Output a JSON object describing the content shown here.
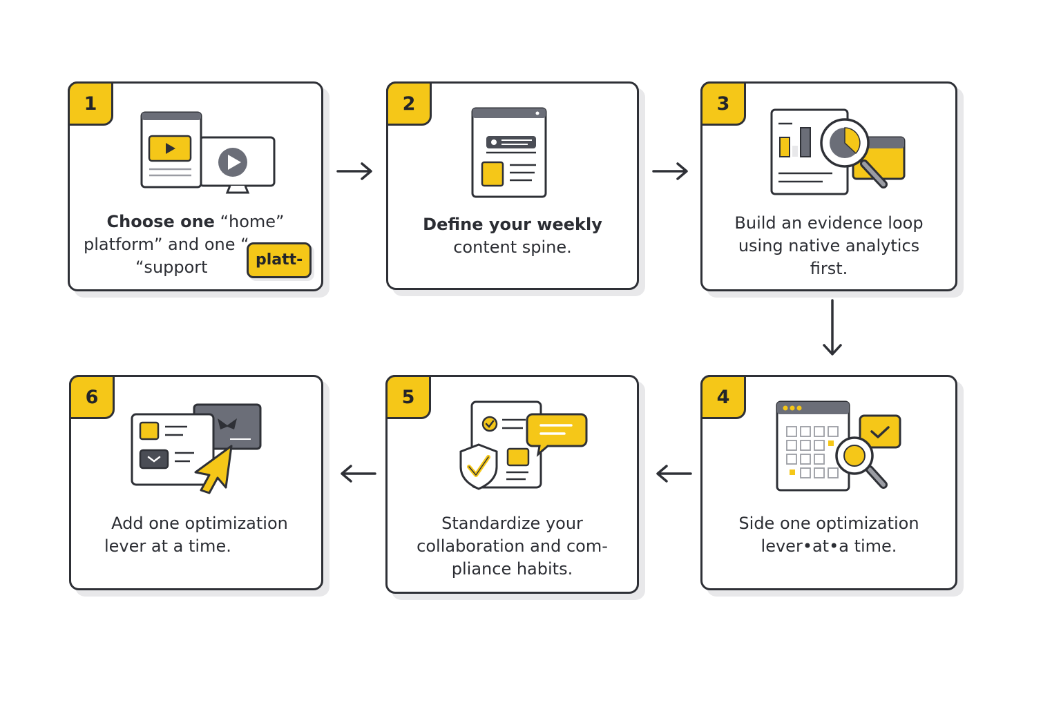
{
  "steps": [
    {
      "number": "1",
      "lines": [
        {
          "text": "Choose one",
          "bold": true,
          "tail": " “home”"
        },
        {
          "text": "platform” and one “"
        },
        {
          "text": "“support"
        }
      ],
      "tag": "platt-"
    },
    {
      "number": "2",
      "lines": [
        {
          "text": "Define your weekly",
          "bold": true
        },
        {
          "text": "content spine."
        }
      ]
    },
    {
      "number": "3",
      "lines": [
        {
          "text": "Build an evidence loop"
        },
        {
          "text": "using native analytics"
        },
        {
          "text": "first."
        }
      ]
    },
    {
      "number": "4",
      "lines": [
        {
          "text": "Side one optimization"
        },
        {
          "text": "lever•at•a time."
        }
      ]
    },
    {
      "number": "5",
      "lines": [
        {
          "text": "Standardize your"
        },
        {
          "text": "collaboration and com-"
        },
        {
          "text": "pliance habits."
        }
      ]
    },
    {
      "number": "6",
      "lines": [
        {
          "text": "Add one optimization"
        },
        {
          "text": "lever at a time."
        }
      ]
    }
  ],
  "icons": {
    "step1": "video-platform-icon",
    "step2": "content-layout-icon",
    "step3": "analytics-magnifier-icon",
    "step4": "calendar-search-icon",
    "step5": "compliance-chat-icon",
    "step6": "cursor-optimization-icon"
  },
  "colors": {
    "accent": "#f5c718",
    "ink": "#2e3036",
    "shadow": "#e8e8ea",
    "grey": "#6b6e78"
  }
}
